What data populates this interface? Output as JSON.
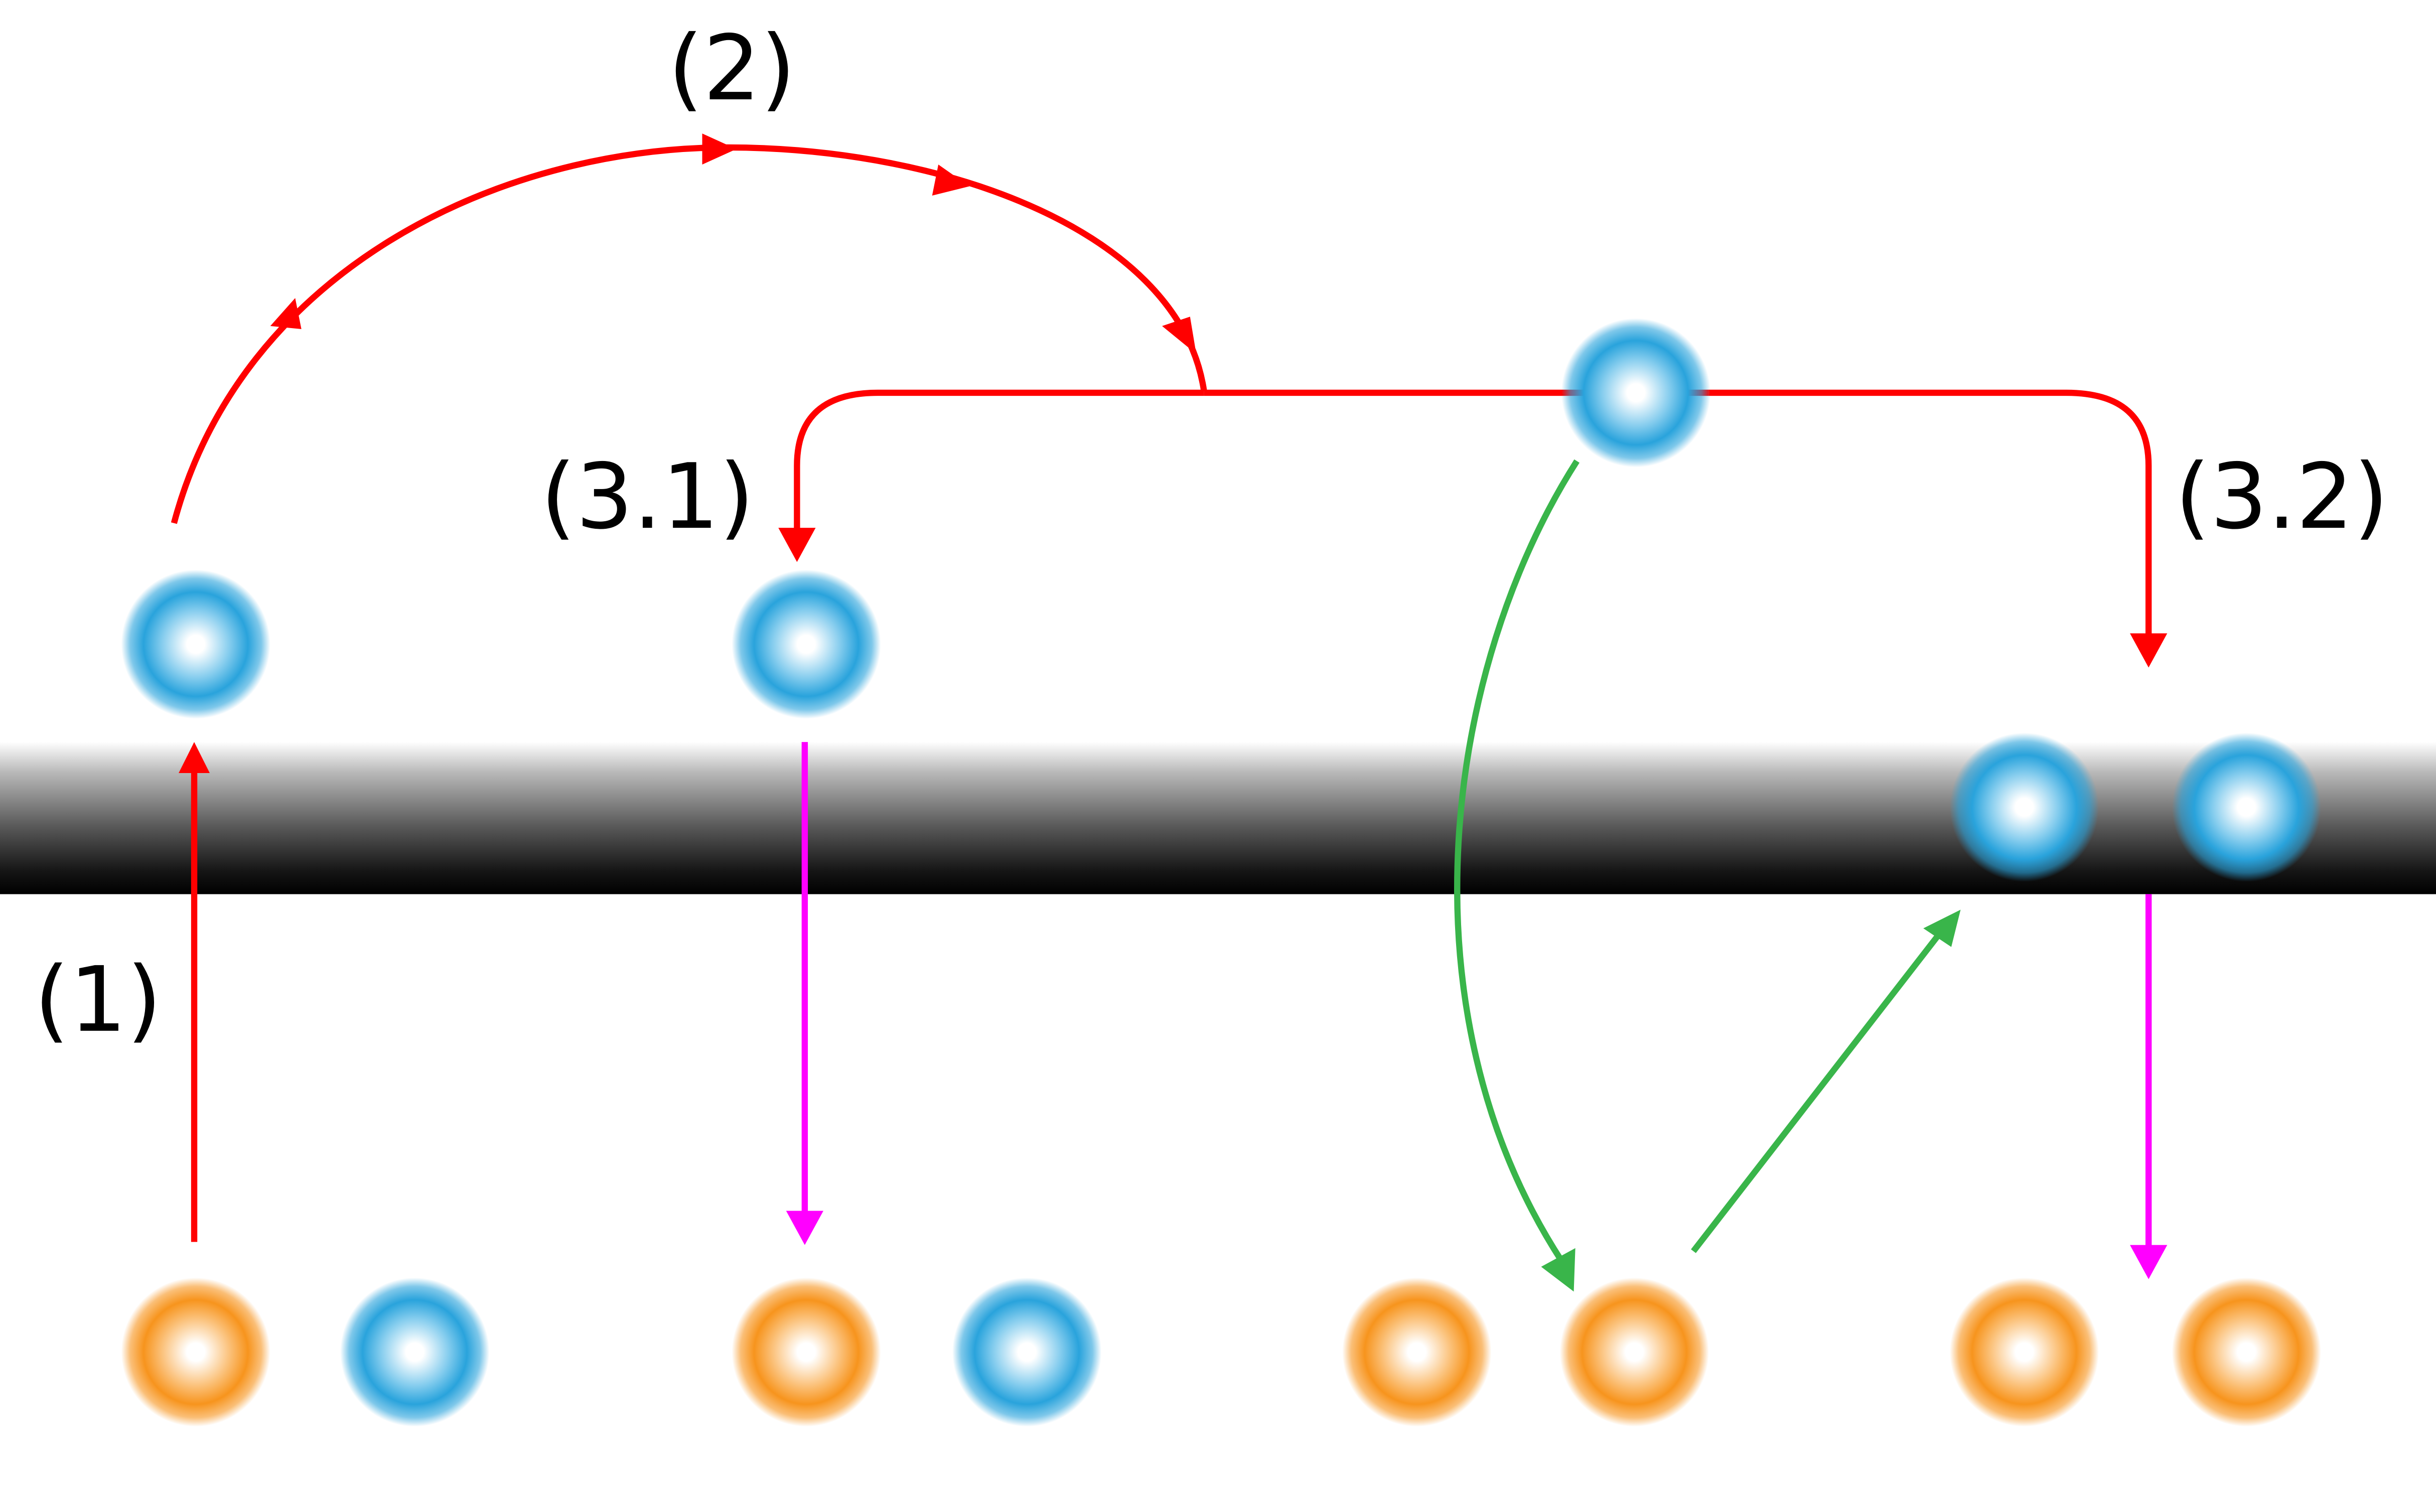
{
  "labels": {
    "step1": "(1)",
    "step2": "(2)",
    "step3_1": "(3.1)",
    "step3_2": "(3.2)"
  },
  "colors": {
    "particle_blue": "#29a3dc",
    "particle_orange": "#f7941d",
    "arrow_red": "#ff0000",
    "arrow_magenta": "#ff00ff",
    "arrow_green": "#39b54a",
    "surface_dark": "#000000"
  }
}
